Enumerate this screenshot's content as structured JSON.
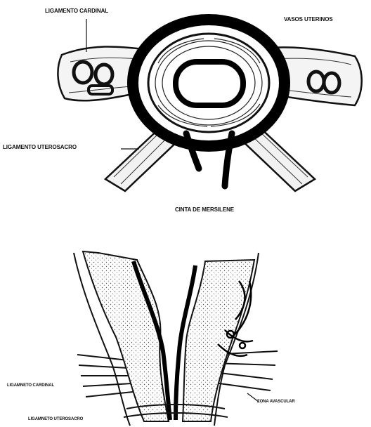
{
  "figure_top": {
    "labels": {
      "cardinal": "LIGAMENTO CARDINAL",
      "vessels": "VASOS UTERINOS",
      "uterosacral": "LIGAMENTO UTEROSACRO",
      "tape": "CINTA DE MERSILENE"
    }
  },
  "figure_bottom": {
    "labels": {
      "cardinal": "LIGAMNETO CARDINAL",
      "uterosacral": "LIGAMNETO UTEROSACRO",
      "avascular": "ZONA AVASCULAR"
    }
  }
}
